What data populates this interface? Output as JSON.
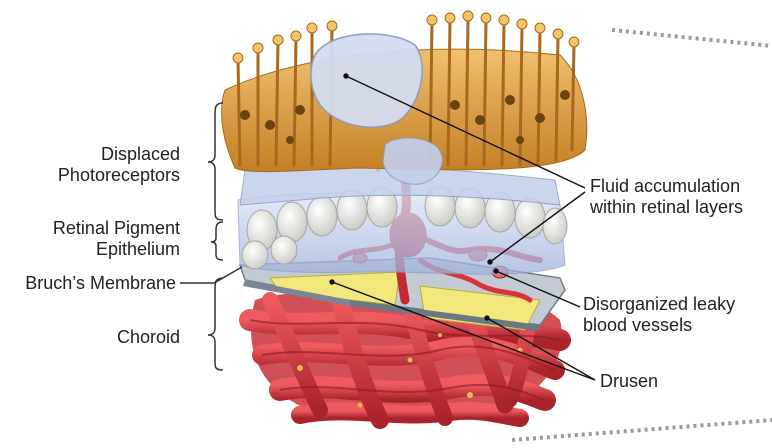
{
  "labels": {
    "displaced_photoreceptors": [
      "Displaced",
      "Photoreceptors"
    ],
    "retinal_pigment_epithelium": [
      "Retinal Pigment",
      "Epithelium"
    ],
    "bruchs_membrane": "Bruch’s Membrane",
    "choroid": "Choroid",
    "fluid_accumulation": [
      "Fluid accumulation",
      "within retinal layers"
    ],
    "disorganized_vessels": [
      "Disorganized leaky",
      "blood vessels"
    ],
    "drusen": "Drusen"
  },
  "colors": {
    "photoreceptor": "#E3A548",
    "photoreceptor_dark": "#A9691C",
    "rpe_cell": "#F2F2EE",
    "fluid": "#B9C8E8",
    "bruchs": "#8E9AA8",
    "drusen": "#F2E77A",
    "vessel": "#D9333B",
    "vessel_dark": "#9E1F24",
    "leader": "#111111",
    "dotted": "#9A9A9A"
  }
}
